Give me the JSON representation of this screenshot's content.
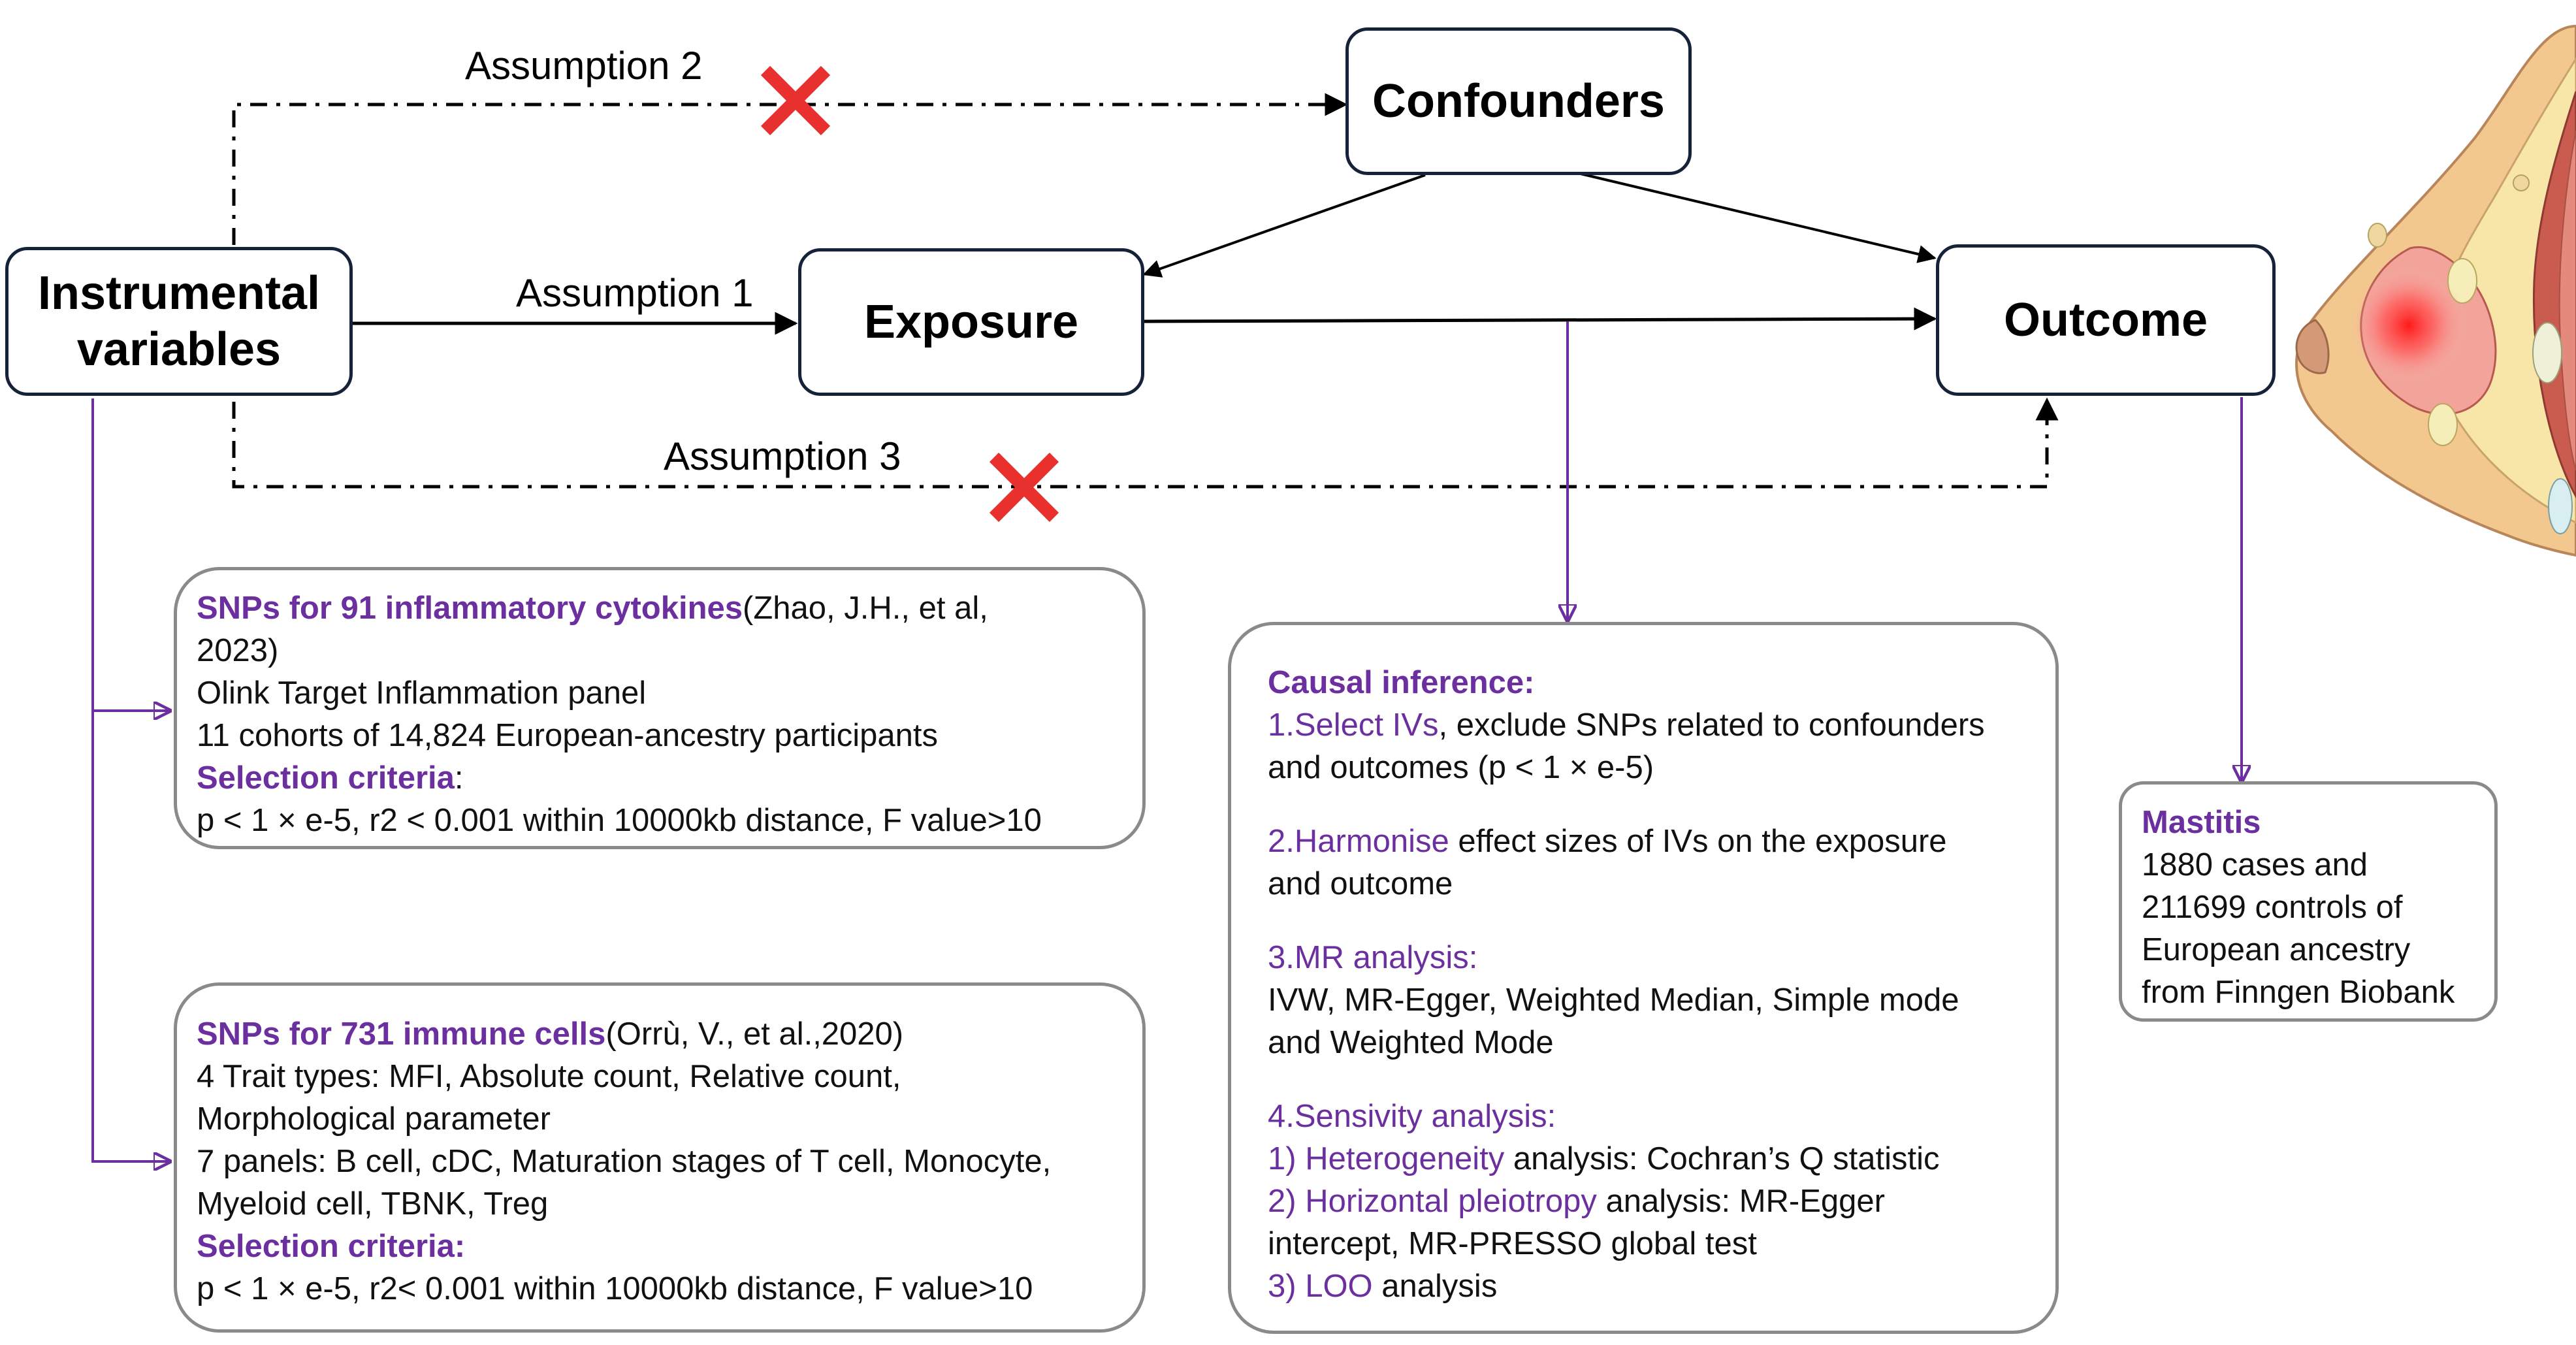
{
  "nodes": {
    "instrumental": {
      "line1": "Instrumental",
      "line2": "variables"
    },
    "exposure": "Exposure",
    "confounders": "Confounders",
    "outcome": "Outcome"
  },
  "assumptions": {
    "a1": "Assumption 1",
    "a2": "Assumption 2",
    "a3": "Assumption 3"
  },
  "cytokines_box": {
    "title": "SNPs for 91 inflammatory cytokines",
    "cite": "(Zhao, J.H., et al,",
    "year": "2023)",
    "line2": "Olink Target Inflammation panel",
    "line3": "11 cohorts of 14,824 European-ancestry participants",
    "criteria_label": "Selection criteria",
    "criteria_colon": ":",
    "criteria": "p < 1 × e-5, r2 < 0.001 within 10000kb distance, F value>10"
  },
  "immune_box": {
    "title": "SNPs for 731 immune cells",
    "cite": "(Orrù, V., et al.,2020)",
    "line2": "4 Trait types: MFI, Absolute count, Relative count,",
    "line3": "Morphological parameter",
    "line4": "7 panels:  B cell, cDC, Maturation stages of T cell, Monocyte,",
    "line5": "Myeloid cell, TBNK, Treg",
    "criteria_label": "Selection criteria:",
    "criteria": "p < 1 × e-5, r2< 0.001 within 10000kb distance, F value>10"
  },
  "causal_box": {
    "title": "Causal inference:",
    "s1_label": "1.Select IVs",
    "s1_text": ", exclude SNPs related to confounders",
    "s1_text2": "and outcomes (p < 1 × e-5)",
    "s2_label": "2.Harmonise",
    "s2_text": " effect sizes of IVs on the exposure",
    "s2_text2": "and outcome",
    "s3_label": "3.MR analysis:",
    "s3_text": " IVW, MR-Egger, Weighted Median, Simple mode",
    "s3_text2": "and Weighted Mode",
    "s4_label": "4.Sensivity analysis:",
    "s4_1_num": "1) ",
    "s4_1_label": "Heterogeneity",
    "s4_1_text": " analysis: Cochran’s Q statistic",
    "s4_2_num": "2) ",
    "s4_2_label": "Horizontal pleiotropy",
    "s4_2_text": " analysis: MR-Egger",
    "s4_2_text2": "intercept, MR-PRESSO global test",
    "s4_3_num": "3) ",
    "s4_3_label": "LOO",
    "s4_3_text": " analysis"
  },
  "mastitis_box": {
    "title": "Mastitis",
    "line1": "1880 cases and",
    "line2": "211699 controls of",
    "line3": "European ancestry",
    "line4": "from Finngen Biobank"
  },
  "colors": {
    "node_border": "#16213a",
    "info_border": "#8a8a8a",
    "purple": "#6b2fa0",
    "cross": "#e8312f"
  },
  "icons": {
    "cross": "cross-icon",
    "breast": "breast-illustration"
  }
}
